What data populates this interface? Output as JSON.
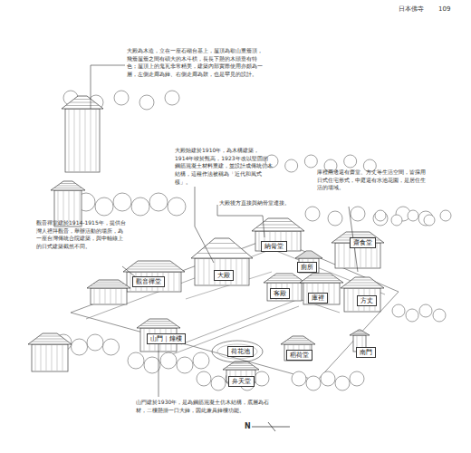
{
  "diagram": {
    "nodes": [
      {
        "text": [
          "納骨堂"
        ]
      },
      {
        "text": [
          "大殿"
        ]
      },
      {
        "text": [
          "觀音禪堂"
        ]
      },
      {
        "text": [
          "廁所"
        ]
      },
      {
        "text": [
          "齋食堂"
        ]
      },
      {
        "text": [
          "客殿"
        ]
      },
      {
        "text": [
          "庫裡"
        ]
      },
      {
        "text": [
          "方丈"
        ]
      },
      {
        "text": [
          "山門｜鐘樓"
        ]
      },
      {
        "text": [
          "荷花池"
        ]
      },
      {
        "text": [
          "弁天堂"
        ]
      },
      {
        "text": [
          "稻荷堂"
        ]
      },
      {
        "text": [
          "南門"
        ]
      }
    ],
    "labels": [
      "日本佛寺",
      "109",
      "大殿為木造，立在一座石砌台基上，屋頂為歇山重簷頂，飛簷屋簷之間有碩大的木斗栱，長長下懸的木頭垂有特色；屋頂上的鬼瓦非常精美，建築內部實際使用亦頗為一層，左側走廊為鐘、右側走廊為鼓，也是罕見的設計。",
      "大殿始建於1910年，為木構建築，1914年竣於甄高，1923年改以堅固的鋼筋混凝土材料重建，並設計成傳統仿木結構，這種作法被稱為「近代和風式樣」。",
      "大殿後方直接與納骨堂連接。",
      "庫裡兩邊還有齋堂、方丈等生活空間，皆採用日式住宅形式，中庭還有水池花園，是居住生活的場域。",
      "觀音禪堂建於1914-1915年，提供台灣人禮拜觀音，舉辦活動的場所，為一座台灣傳統合院建築，與中軸線上的日式建築截然不同。",
      "山門建於1930年，是為鋼筋混凝土仿木結構，底層為石材，二樓懸掛一口大鐘，因此兼具鐘樓功能。",
      "N"
    ]
  }
}
